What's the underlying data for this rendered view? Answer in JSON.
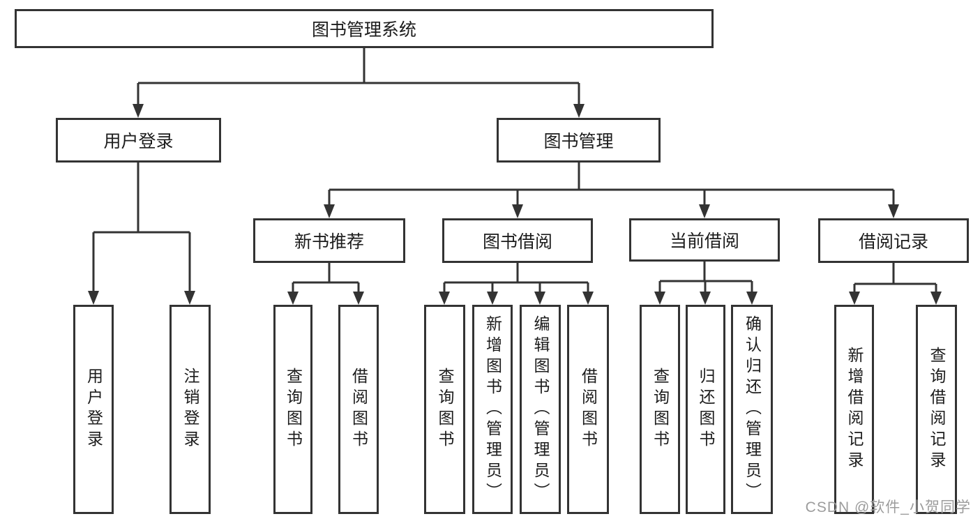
{
  "diagram": {
    "root_label": "图书管理系统",
    "user_login": {
      "label": "用户登录",
      "children": [
        "用户登录",
        "注销登录"
      ]
    },
    "book_management": {
      "label": "图书管理"
    },
    "new_book": {
      "label": "新书推荐",
      "children": [
        "查询图书",
        "借阅图书"
      ]
    },
    "book_borrow": {
      "label": "图书借阅",
      "children": [
        "查询图书",
        "新增图书（管理员）",
        "编辑图书（管理员）",
        "借阅图书"
      ]
    },
    "current_borrow": {
      "label": "当前借阅",
      "children": [
        "查询图书",
        "归还图书",
        "确认归还（管理员）"
      ]
    },
    "borrow_record": {
      "label": "借阅记录",
      "children": [
        "新增借阅记录",
        "查询借阅记录"
      ]
    }
  },
  "watermark": {
    "text": "CSDN @软件_小贺同学"
  },
  "colors": {
    "line": "#333333",
    "text": "#1c1c1c",
    "watermark": "#9c9c9c",
    "background": "#ffffff"
  }
}
